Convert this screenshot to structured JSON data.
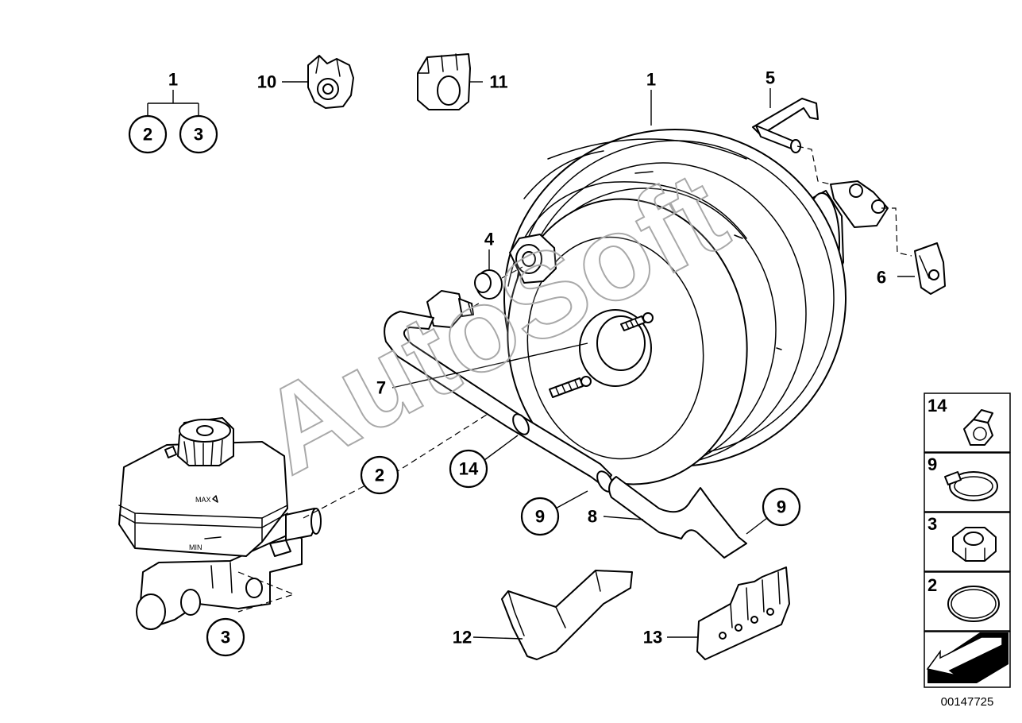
{
  "watermark": "AutoSoft",
  "diagram_id": "00147725",
  "reservoir_marks": {
    "max": "MAX",
    "min": "MIN"
  },
  "labels": {
    "group_1": "1",
    "group_2": "2",
    "group_3": "3",
    "clip_10": "10",
    "grommet_11": "11",
    "booster_1": "1",
    "clip_5": "5",
    "nut_6": "6",
    "grommet_4": "4",
    "stud_7": "7",
    "callout_2": "2",
    "callout_14": "14",
    "callout_9a": "9",
    "hose_8": "8",
    "callout_9b": "9",
    "callout_3": "3",
    "holder_12": "12",
    "holder_13": "13"
  },
  "legend": [
    {
      "number": "14",
      "icon": "hose-clip-icon"
    },
    {
      "number": "9",
      "icon": "hose-clamp-icon"
    },
    {
      "number": "3",
      "icon": "hex-nut-icon"
    },
    {
      "number": "2",
      "icon": "o-ring-icon"
    },
    {
      "number": "",
      "icon": "direction-arrow-icon"
    }
  ]
}
